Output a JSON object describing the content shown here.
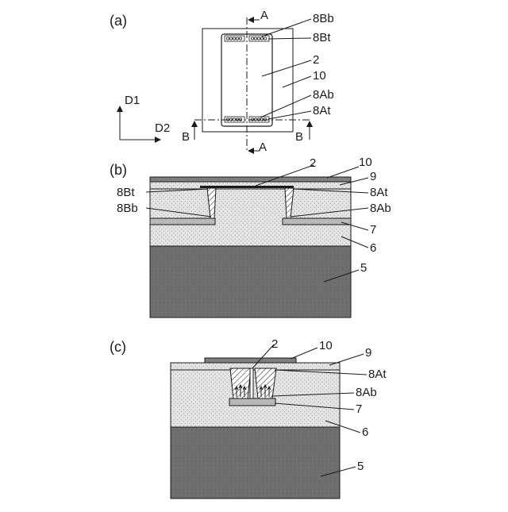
{
  "panels": {
    "a": "(a)",
    "b": "(b)",
    "c": "(c)"
  },
  "panel_a": {
    "section_a": "A",
    "section_b": "B",
    "dir_d1": "D1",
    "dir_d2": "D2",
    "labels": {
      "l8Bb": "8Bb",
      "l8Bt": "8Bt",
      "l2": "2",
      "l10": "10",
      "l8Ab": "8Ab",
      "l8At": "8At"
    }
  },
  "panel_b": {
    "labels": {
      "l2": "2",
      "l10": "10",
      "l9": "9",
      "l8Bt": "8Bt",
      "l8At": "8At",
      "l8Bb": "8Bb",
      "l8Ab": "8Ab",
      "l7": "7",
      "l6": "6",
      "l5": "5"
    }
  },
  "panel_c": {
    "labels": {
      "l2": "2",
      "l10": "10",
      "l9": "9",
      "l8At": "8At",
      "l8Ab": "8Ab",
      "l7": "7",
      "l6": "6",
      "l5": "5"
    }
  },
  "colors": {
    "substrate": "#6e6e6e",
    "insulator": "#e4e4e4",
    "lead_layer": "#b8b8b8",
    "top_layer": "#7f7f7f",
    "line": "#1a1a1a"
  }
}
